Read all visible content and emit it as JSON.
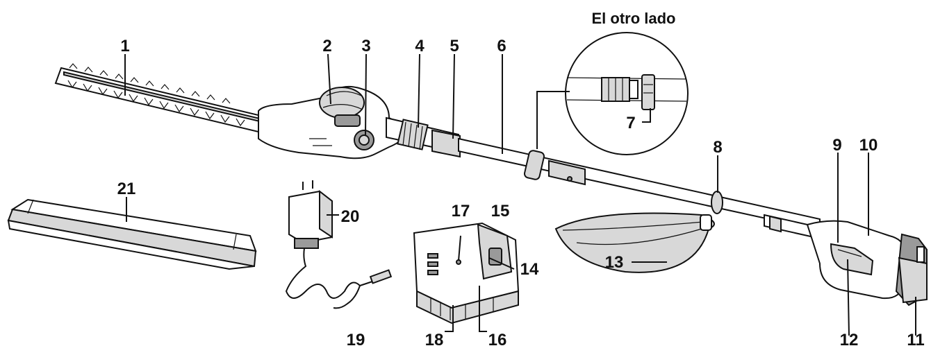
{
  "inset": {
    "title": "El otro lado"
  },
  "labels": {
    "l1": "1",
    "l2": "2",
    "l3": "3",
    "l4": "4",
    "l5": "5",
    "l6": "6",
    "l7": "7",
    "l8": "8",
    "l9": "9",
    "l10": "10",
    "l11": "11",
    "l12": "12",
    "l13": "13",
    "l14": "14",
    "l15": "15",
    "l16": "16",
    "l17": "17",
    "l18": "18",
    "l19": "19",
    "l20": "20",
    "l21": "21"
  }
}
